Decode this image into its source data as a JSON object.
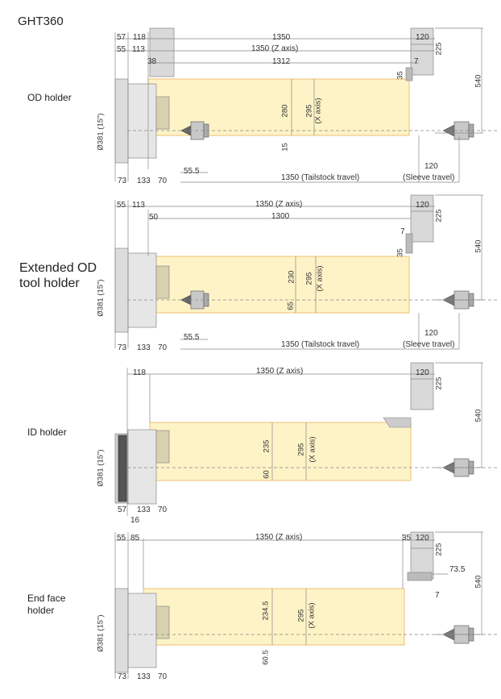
{
  "model": "GHT360",
  "colors": {
    "work_area_fill": "#fdf3c6",
    "work_area_border": "#e8a848",
    "part_fill": "#dcdcdc",
    "line": "#888888",
    "dim_text": "#333333"
  },
  "sections": [
    {
      "label": "OD holder",
      "chuck_label": "Ø381 (15\")",
      "dims": {
        "top_a": "57",
        "top_b": "118",
        "row2_a": "55",
        "row2_b": "113",
        "row3_a": "38",
        "z_travel": "1350",
        "z_axis": "1350 (Z axis)",
        "inner": "1312",
        "tail_w": "120",
        "tail_h": "225",
        "small_7": "7",
        "small_35": "35",
        "tool_h": "280",
        "x_axis": "295",
        "x_axis_label": "(X axis)",
        "offset_15": "15",
        "overall": "540",
        "bot_a": "73",
        "bot_b": "133",
        "bot_c": "70",
        "bot_d": "55.5",
        "tailstock_travel": "1350 (Tailstock travel)",
        "sleeve_val": "120",
        "sleeve_travel": "(Sleeve travel)"
      }
    },
    {
      "label_line1": "Extended OD",
      "label_line2": "tool holder",
      "chuck_label": "Ø381 (15\")",
      "dims": {
        "row1_a": "55",
        "row1_b": "113",
        "z_axis": "1350 (Z axis)",
        "row2_a": "50",
        "inner": "1300",
        "tail_w": "120",
        "tail_h": "225",
        "small_7": "7",
        "small_35": "35",
        "tool_h": "230",
        "x_axis": "295",
        "x_axis_label": "(X axis)",
        "offset_65": "65",
        "overall": "540",
        "bot_a": "73",
        "bot_b": "133",
        "bot_c": "70",
        "bot_d": "55.5",
        "tailstock_travel": "1350 (Tailstock travel)",
        "sleeve_val": "120",
        "sleeve_travel": "(Sleeve travel)"
      }
    },
    {
      "label": "ID holder",
      "chuck_label": "Ø381 (15\")",
      "dims": {
        "row1_a": "118",
        "z_axis": "1350 (Z axis)",
        "tail_w": "120",
        "tail_h": "225",
        "tool_h": "235",
        "x_axis": "295",
        "x_axis_label": "(X axis)",
        "offset_60": "60",
        "overall": "540",
        "bot_a": "57",
        "bot_b": "133",
        "bot_c": "70",
        "bot_d": "16"
      }
    },
    {
      "label_line1": "End face",
      "label_line2": "holder",
      "chuck_label": "Ø381 (15\")",
      "dims": {
        "row1_a": "55",
        "row1_b": "85",
        "z_axis": "1350 (Z axis)",
        "right_a": "35",
        "tail_w": "120",
        "tail_h": "225",
        "side_73": "73.5",
        "small_7": "7",
        "tool_h": "234.5",
        "x_axis": "295",
        "x_axis_label": "(X axis)",
        "offset": "60.5",
        "overall": "540",
        "bot_a": "73",
        "bot_b": "133",
        "bot_c": "70"
      }
    }
  ]
}
